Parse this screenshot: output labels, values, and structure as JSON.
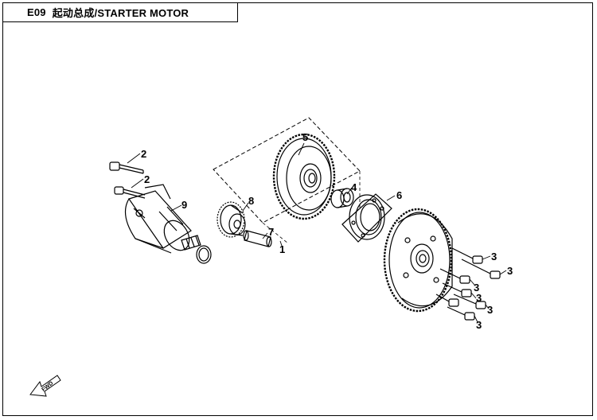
{
  "header": {
    "code": "E09",
    "title": "起动总成/STARTER MOTOR"
  },
  "callouts": [
    {
      "id": "c1",
      "label": "1"
    },
    {
      "id": "c2a",
      "label": "2"
    },
    {
      "id": "c2b",
      "label": "2"
    },
    {
      "id": "c3a",
      "label": "3"
    },
    {
      "id": "c3b",
      "label": "3"
    },
    {
      "id": "c3c",
      "label": "3"
    },
    {
      "id": "c3d",
      "label": "3"
    },
    {
      "id": "c3e",
      "label": "3"
    },
    {
      "id": "c3f",
      "label": "3"
    },
    {
      "id": "c4",
      "label": "4"
    },
    {
      "id": "c5",
      "label": "5"
    },
    {
      "id": "c6",
      "label": "6"
    },
    {
      "id": "c7",
      "label": "7"
    },
    {
      "id": "c8",
      "label": "8"
    },
    {
      "id": "c9",
      "label": "9"
    }
  ],
  "direction_marker": "FWD",
  "colors": {
    "line": "#000000",
    "background": "#ffffff"
  }
}
